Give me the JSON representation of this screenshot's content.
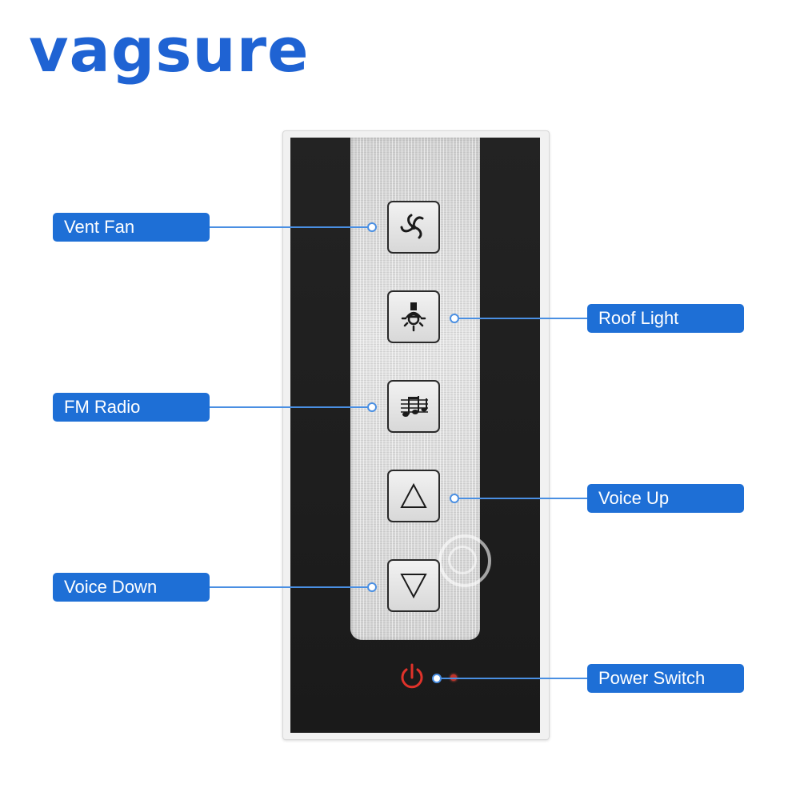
{
  "brand": {
    "name": "vagsure",
    "color": "#1f63d3"
  },
  "accent_color": "#1e6fd6",
  "callouts": {
    "vent_fan": "Vent Fan",
    "roof_light": "Roof Light",
    "fm_radio": "FM Radio",
    "voice_up": "Voice Up",
    "voice_down": "Voice Down",
    "power_switch": "Power Switch"
  },
  "buttons": [
    {
      "name": "vent-fan",
      "icon": "fan-icon"
    },
    {
      "name": "roof-light",
      "icon": "light-bulb-icon"
    },
    {
      "name": "fm-radio",
      "icon": "music-notes-icon"
    },
    {
      "name": "voice-up",
      "icon": "triangle-up-icon"
    },
    {
      "name": "voice-down",
      "icon": "triangle-down-icon"
    }
  ],
  "power": {
    "icon": "power-icon",
    "icon_color": "#e0322a",
    "led_color": "#c0322a"
  }
}
